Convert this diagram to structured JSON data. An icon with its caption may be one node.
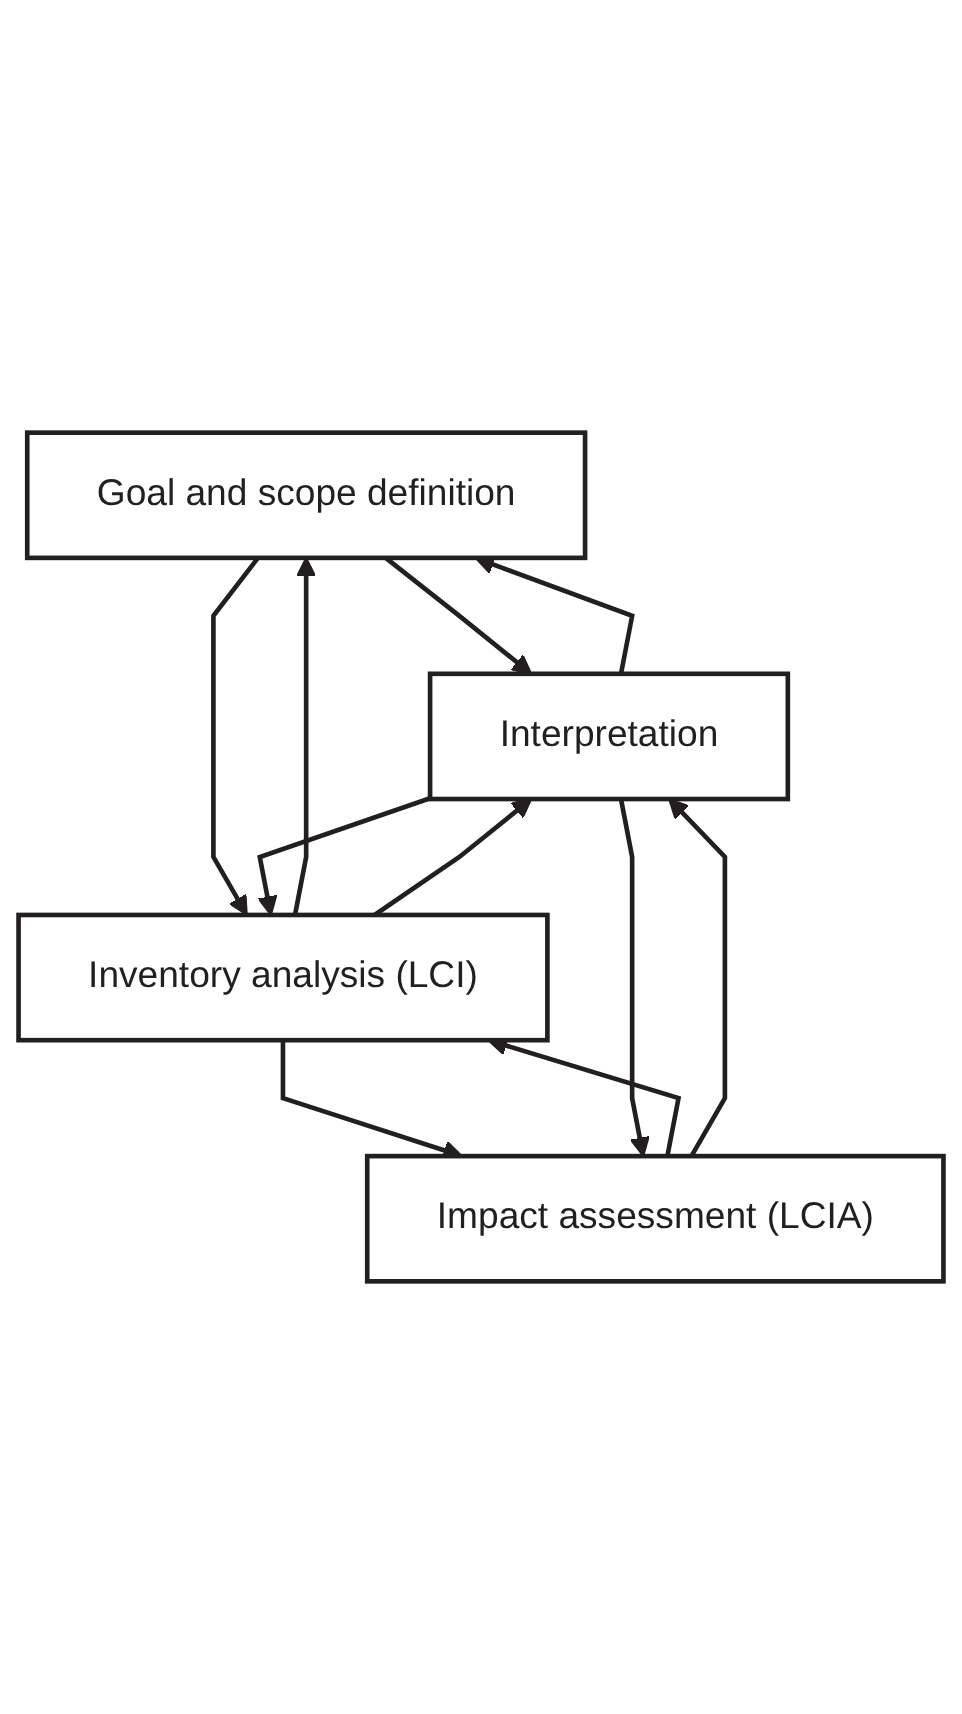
{
  "diagram": {
    "nodes": [
      {
        "text": [
          "Goal and scope definition"
        ]
      },
      {
        "text": [
          "Inventory analysis (LCI)"
        ]
      },
      {
        "text": [
          "Impact assessment (LCIA)"
        ]
      },
      {
        "text": [
          "Interpretation"
        ]
      }
    ],
    "edges": [
      {
        "from": 0,
        "to": 3,
        "arrow": "to"
      },
      {
        "from": 3,
        "to": 0,
        "arrow": "to"
      },
      {
        "from": 0,
        "to": 1,
        "arrow": "to"
      },
      {
        "from": 1,
        "to": 0,
        "arrow": "to"
      },
      {
        "from": 1,
        "to": 3,
        "arrow": "to"
      },
      {
        "from": 3,
        "to": 1,
        "arrow": "to"
      },
      {
        "from": 1,
        "to": 2,
        "arrow": "to"
      },
      {
        "from": 2,
        "to": 1,
        "arrow": "to"
      },
      {
        "from": 2,
        "to": 3,
        "arrow": "to"
      },
      {
        "from": 3,
        "to": 2,
        "arrow": "to"
      }
    ]
  }
}
